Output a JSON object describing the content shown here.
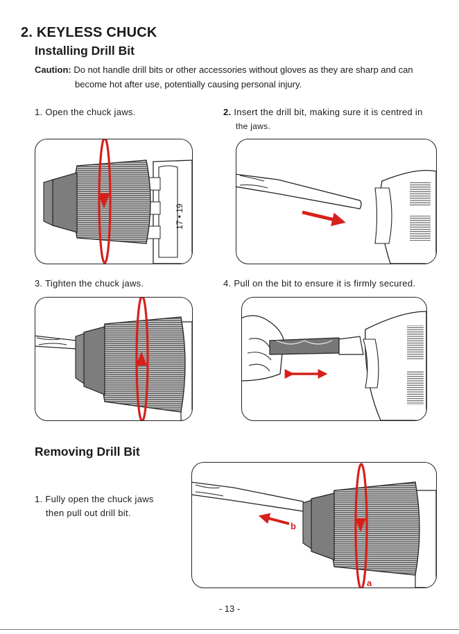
{
  "section_title": "2. KEYLESS CHUCK",
  "installing": {
    "heading": "Installing Drill Bit",
    "caution_label": "Caution:",
    "caution_line1": "Do not handle drill bits or other accessories without gloves as they are sharp and can",
    "caution_line2": "become hot after use, potentially causing personal injury.",
    "steps": [
      {
        "text": "1. Open the chuck jaws."
      },
      {
        "num": "2.",
        "line1": "Insert the drill bit, making sure it is centred in",
        "line2": "the jaws."
      },
      {
        "text": "3. Tighten the chuck jaws."
      },
      {
        "text": "4. Pull on the bit to ensure it is firmly secured."
      }
    ],
    "fig1_markings": "17 • 19"
  },
  "removing": {
    "heading": "Removing Drill Bit",
    "line1": "1. Fully open the chuck jaws",
    "line2": "then pull out drill bit.",
    "label_a": "a",
    "label_b": "b"
  },
  "page_number": "- 13 -",
  "colors": {
    "arrow_red": "#d6201b",
    "chuck_gray": "#7a7a7a"
  }
}
